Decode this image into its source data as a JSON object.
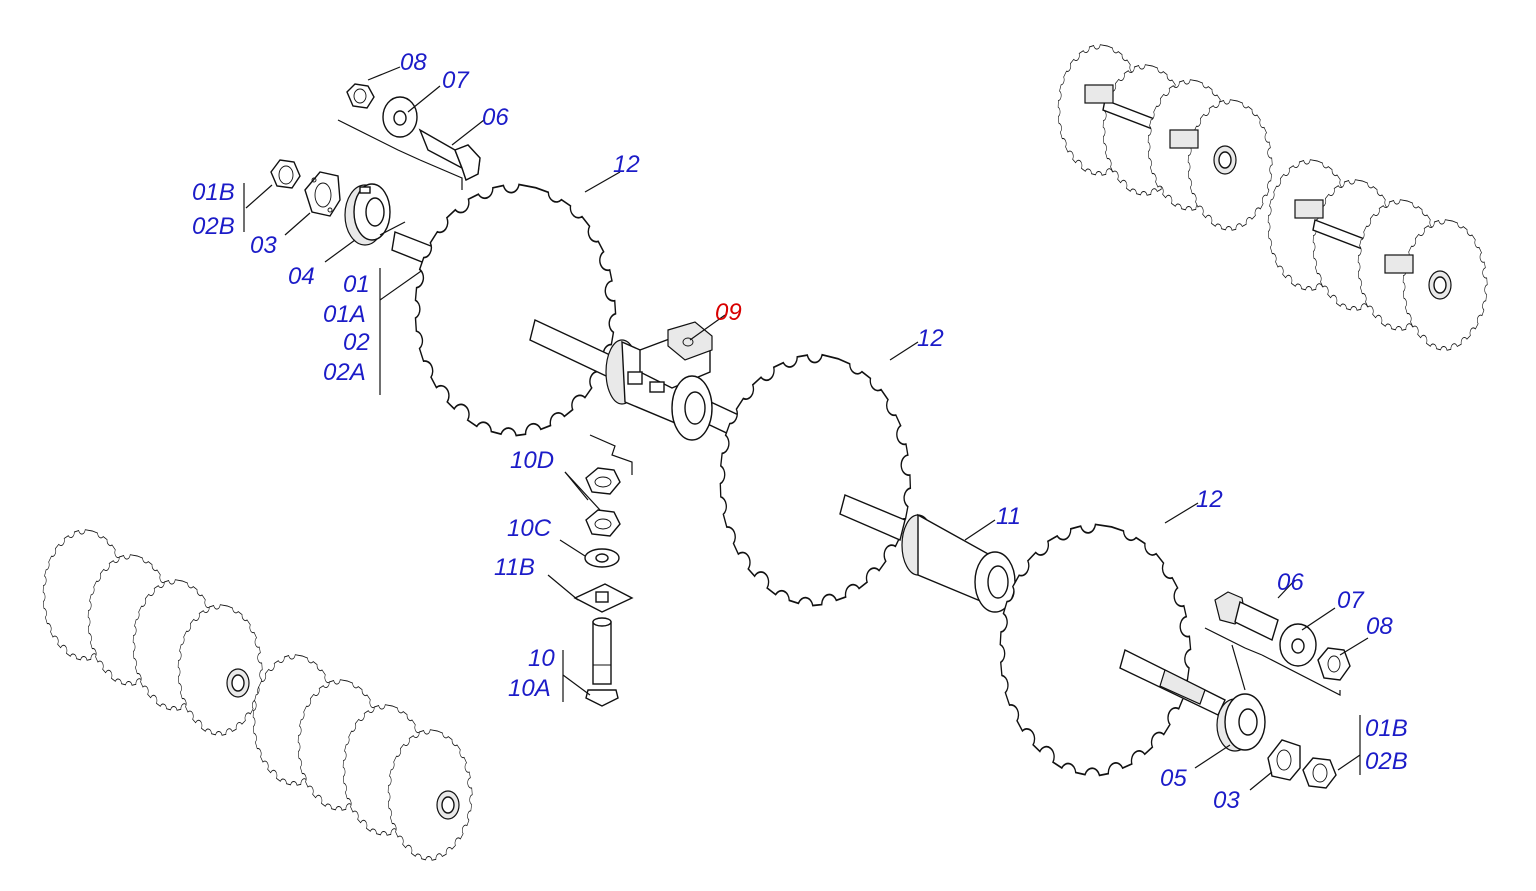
{
  "labels": {
    "l08_top": "08",
    "l07_top": "07",
    "l06_top": "06",
    "l01b_top": "01B",
    "l02b_top": "02B",
    "l03_top": "03",
    "l04": "04",
    "l01": "01",
    "l01a": "01A",
    "l02": "02",
    "l02a": "02A",
    "l12_a": "12",
    "l09": "09",
    "l12_b": "12",
    "l10d": "10D",
    "l10c": "10C",
    "l11b": "11B",
    "l10": "10",
    "l10a": "10A",
    "l11": "11",
    "l12_c": "12",
    "l06_bot": "06",
    "l07_bot": "07",
    "l08_bot": "08",
    "l01b_bot": "01B",
    "l02b_bot": "02B",
    "l05": "05",
    "l03_bot": "03"
  },
  "colors": {
    "label": "#1c1cc8",
    "highlight": "#d80000",
    "line": "#111111"
  }
}
